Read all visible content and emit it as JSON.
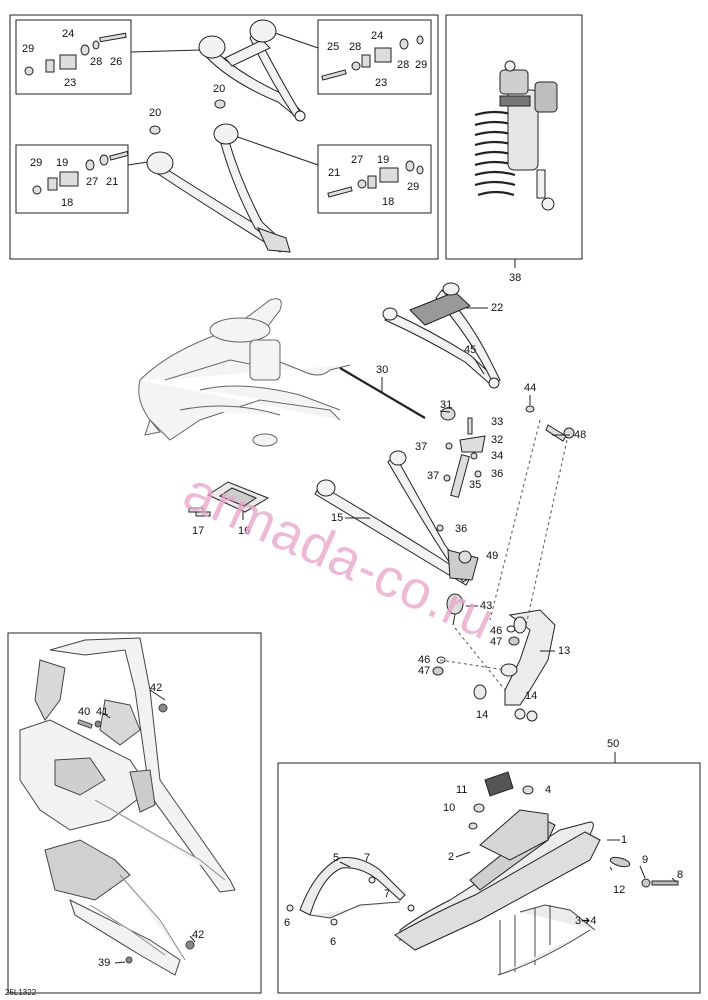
{
  "diagram": {
    "drawing_ref": "25L1322",
    "watermark": "armada-co.ru",
    "colors": {
      "line": "#222222",
      "part_fill": "#f2f2f2",
      "part_dark": "#555555",
      "watermark": "#e8a6c9"
    },
    "callouts": {
      "ul_29a": "29",
      "ul_24a": "24",
      "ul_28a": "28",
      "ul_26": "26",
      "ul_23a": "23",
      "ul_25": "25",
      "ul_24b": "24",
      "ul_28b": "28",
      "ul_29b": "29",
      "ul_23b": "23",
      "ul_20a": "20",
      "ul_20b": "20",
      "ul_29c": "29",
      "ul_19a": "19",
      "ul_27a": "27",
      "ul_21a": "21",
      "ul_18a": "18",
      "ul_27b": "27",
      "ul_19b": "19",
      "ul_21b": "21",
      "ul_29d": "29",
      "ul_18b": "18",
      "shock_38": "38",
      "m_22": "22",
      "m_45": "45",
      "m_30": "30",
      "m_44": "44",
      "m_31": "31",
      "m_33": "33",
      "m_48": "48",
      "m_32": "32",
      "m_37a": "37",
      "m_34": "34",
      "m_37b": "37",
      "m_36a": "36",
      "m_35": "35",
      "m_15": "15",
      "m_36b": "36",
      "m_17": "17",
      "m_16": "16",
      "m_49": "49",
      "m_43": "43",
      "m_46a": "46",
      "m_47a": "47",
      "m_13": "13",
      "m_46b": "46",
      "m_47b": "47",
      "m_14a": "14",
      "m_14b": "14",
      "fr_42a": "42",
      "fr_40": "40",
      "fr_41": "41",
      "fr_42b": "42",
      "fr_39": "39",
      "ski_50": "50",
      "ski_11": "11",
      "ski_4": "4",
      "ski_10": "10",
      "ski_1": "1",
      "ski_2": "2",
      "ski_5": "5",
      "ski_7a": "7",
      "ski_9": "9",
      "ski_8": "8",
      "ski_12": "12",
      "ski_7b": "7",
      "ski_6a": "6",
      "ski_6b": "6",
      "ski_3to4": "3➔4"
    }
  }
}
